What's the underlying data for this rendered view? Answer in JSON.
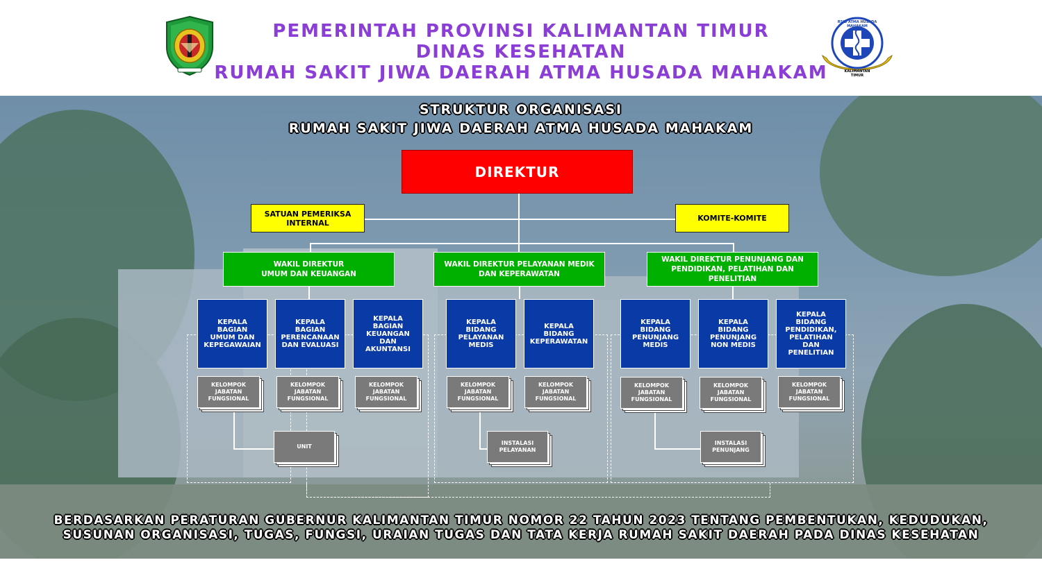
{
  "header": {
    "line1": "PEMERINTAH PROVINSI KALIMANTAN TIMUR",
    "line2": "DINAS KESEHATAN",
    "line3": "RUMAH SAKIT JIWA DAERAH ATMA HUSADA MAHAKAM",
    "right_logo_text_top": "RSJD ATMA HUSADA MAHAKAM",
    "right_logo_text_bottom": "KALIMANTAN TIMUR"
  },
  "title": {
    "line1": "STRUKTUR ORGANISASI",
    "line2": "RUMAH SAKIT JIWA DAERAH ATMA HUSADA MAHAKAM"
  },
  "chart": {
    "director": "DIREKTUR",
    "spi": "SATUAN PEMERIKSA INTERNAL",
    "komite": "KOMITE-KOMITE",
    "wadir1": [
      "WAKIL DIREKTUR",
      "UMUM DAN KEUANGAN"
    ],
    "wadir2": [
      "WAKIL DIREKTUR PELAYANAN MEDIK",
      "DAN KEPERAWATAN"
    ],
    "wadir3": [
      "WAKIL DIREKTUR PENUNJANG DAN",
      "PENDIDIKAN, PELATIHAN DAN PENELITIAN"
    ],
    "kepala": [
      [
        "KEPALA BAGIAN",
        "UMUM DAN",
        "KEPEGAWAIAN"
      ],
      [
        "KEPALA BAGIAN",
        "PERENCANAAN",
        "DAN EVALUASI"
      ],
      [
        "KEPALA BAGIAN",
        "KEUANGAN DAN",
        "AKUNTANSI"
      ],
      [
        "KEPALA BIDANG",
        "PELAYANAN",
        "MEDIS"
      ],
      [
        "KEPALA BIDANG",
        "KEPERAWATAN"
      ],
      [
        "KEPALA BIDANG",
        "PENUNJANG",
        "MEDIS"
      ],
      [
        "KEPALA BIDANG",
        "PENUNJANG",
        "NON MEDIS"
      ],
      [
        "KEPALA BIDANG",
        "PENDIDIKAN,",
        "PELATIHAN DAN",
        "PENELITIAN"
      ]
    ],
    "kjf": [
      "KELOMPOK",
      "JABATAN",
      "FUNGSIONAL"
    ],
    "unit": "UNIT",
    "instalasi_pelayanan": [
      "INSTALASI",
      "PELAYANAN"
    ],
    "instalasi_penunjang": [
      "INSTALASI",
      "PENUNJANG"
    ]
  },
  "footer": {
    "line1": "BERDASARKAN PERATURAN GUBERNUR KALIMANTAN TIMUR NOMOR 22 TAHUN 2023 TENTANG PEMBENTUKAN, KEDUDUKAN,",
    "line2": "SUSUNAN ORGANISASI, TUGAS, FUNGSI, URAIAN TUGAS DAN TATA KERJA RUMAH SAKIT DAERAH PADA DINAS KESEHATAN"
  },
  "colors": {
    "header_purple": "#8a3ed6",
    "director_red": "#ff0000",
    "yellow": "#ffff00",
    "green": "#00b000",
    "blue": "#0a3aa6",
    "gray": "#7a7a7a"
  }
}
